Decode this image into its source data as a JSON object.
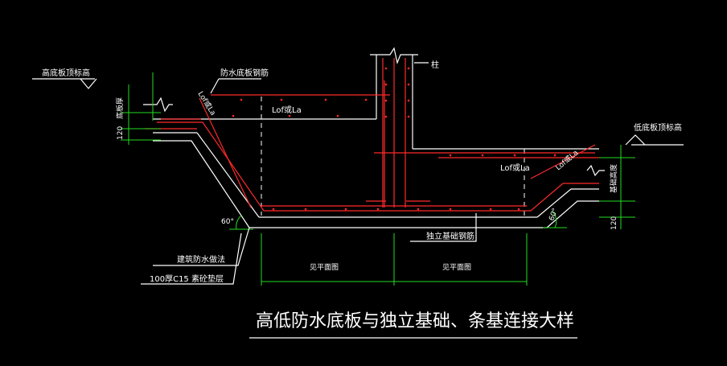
{
  "title": "高低防水底板与独立基础、条基连接大样",
  "labels": {
    "high_elev": "高底板顶标高",
    "low_elev": "低底板顶标高",
    "waterproof_rebar": "防水底板钢筋",
    "thickness_left": "底板厚",
    "thickness_right": "基础高度",
    "dim_120_left": "120",
    "dim_120_right": "120",
    "lap_left": "Lof或La",
    "lap_right": "Lof或La",
    "lap_slope_left": "Lof或La",
    "lap_slope_right": "Lof或La",
    "angle_left": "60°",
    "angle_right": "60°",
    "column": "柱",
    "waterproof_method": "建筑防水做法",
    "cushion": "100厚C15 素砼垫层",
    "footing_rebar": "独立基础钢筋",
    "see_plan_left": "见平面图",
    "see_plan_right": "见平面图"
  },
  "colors": {
    "background": "#000000",
    "outline": "#ffffff",
    "rebar": "#ff2a2a",
    "dimension": "#22dd22"
  }
}
